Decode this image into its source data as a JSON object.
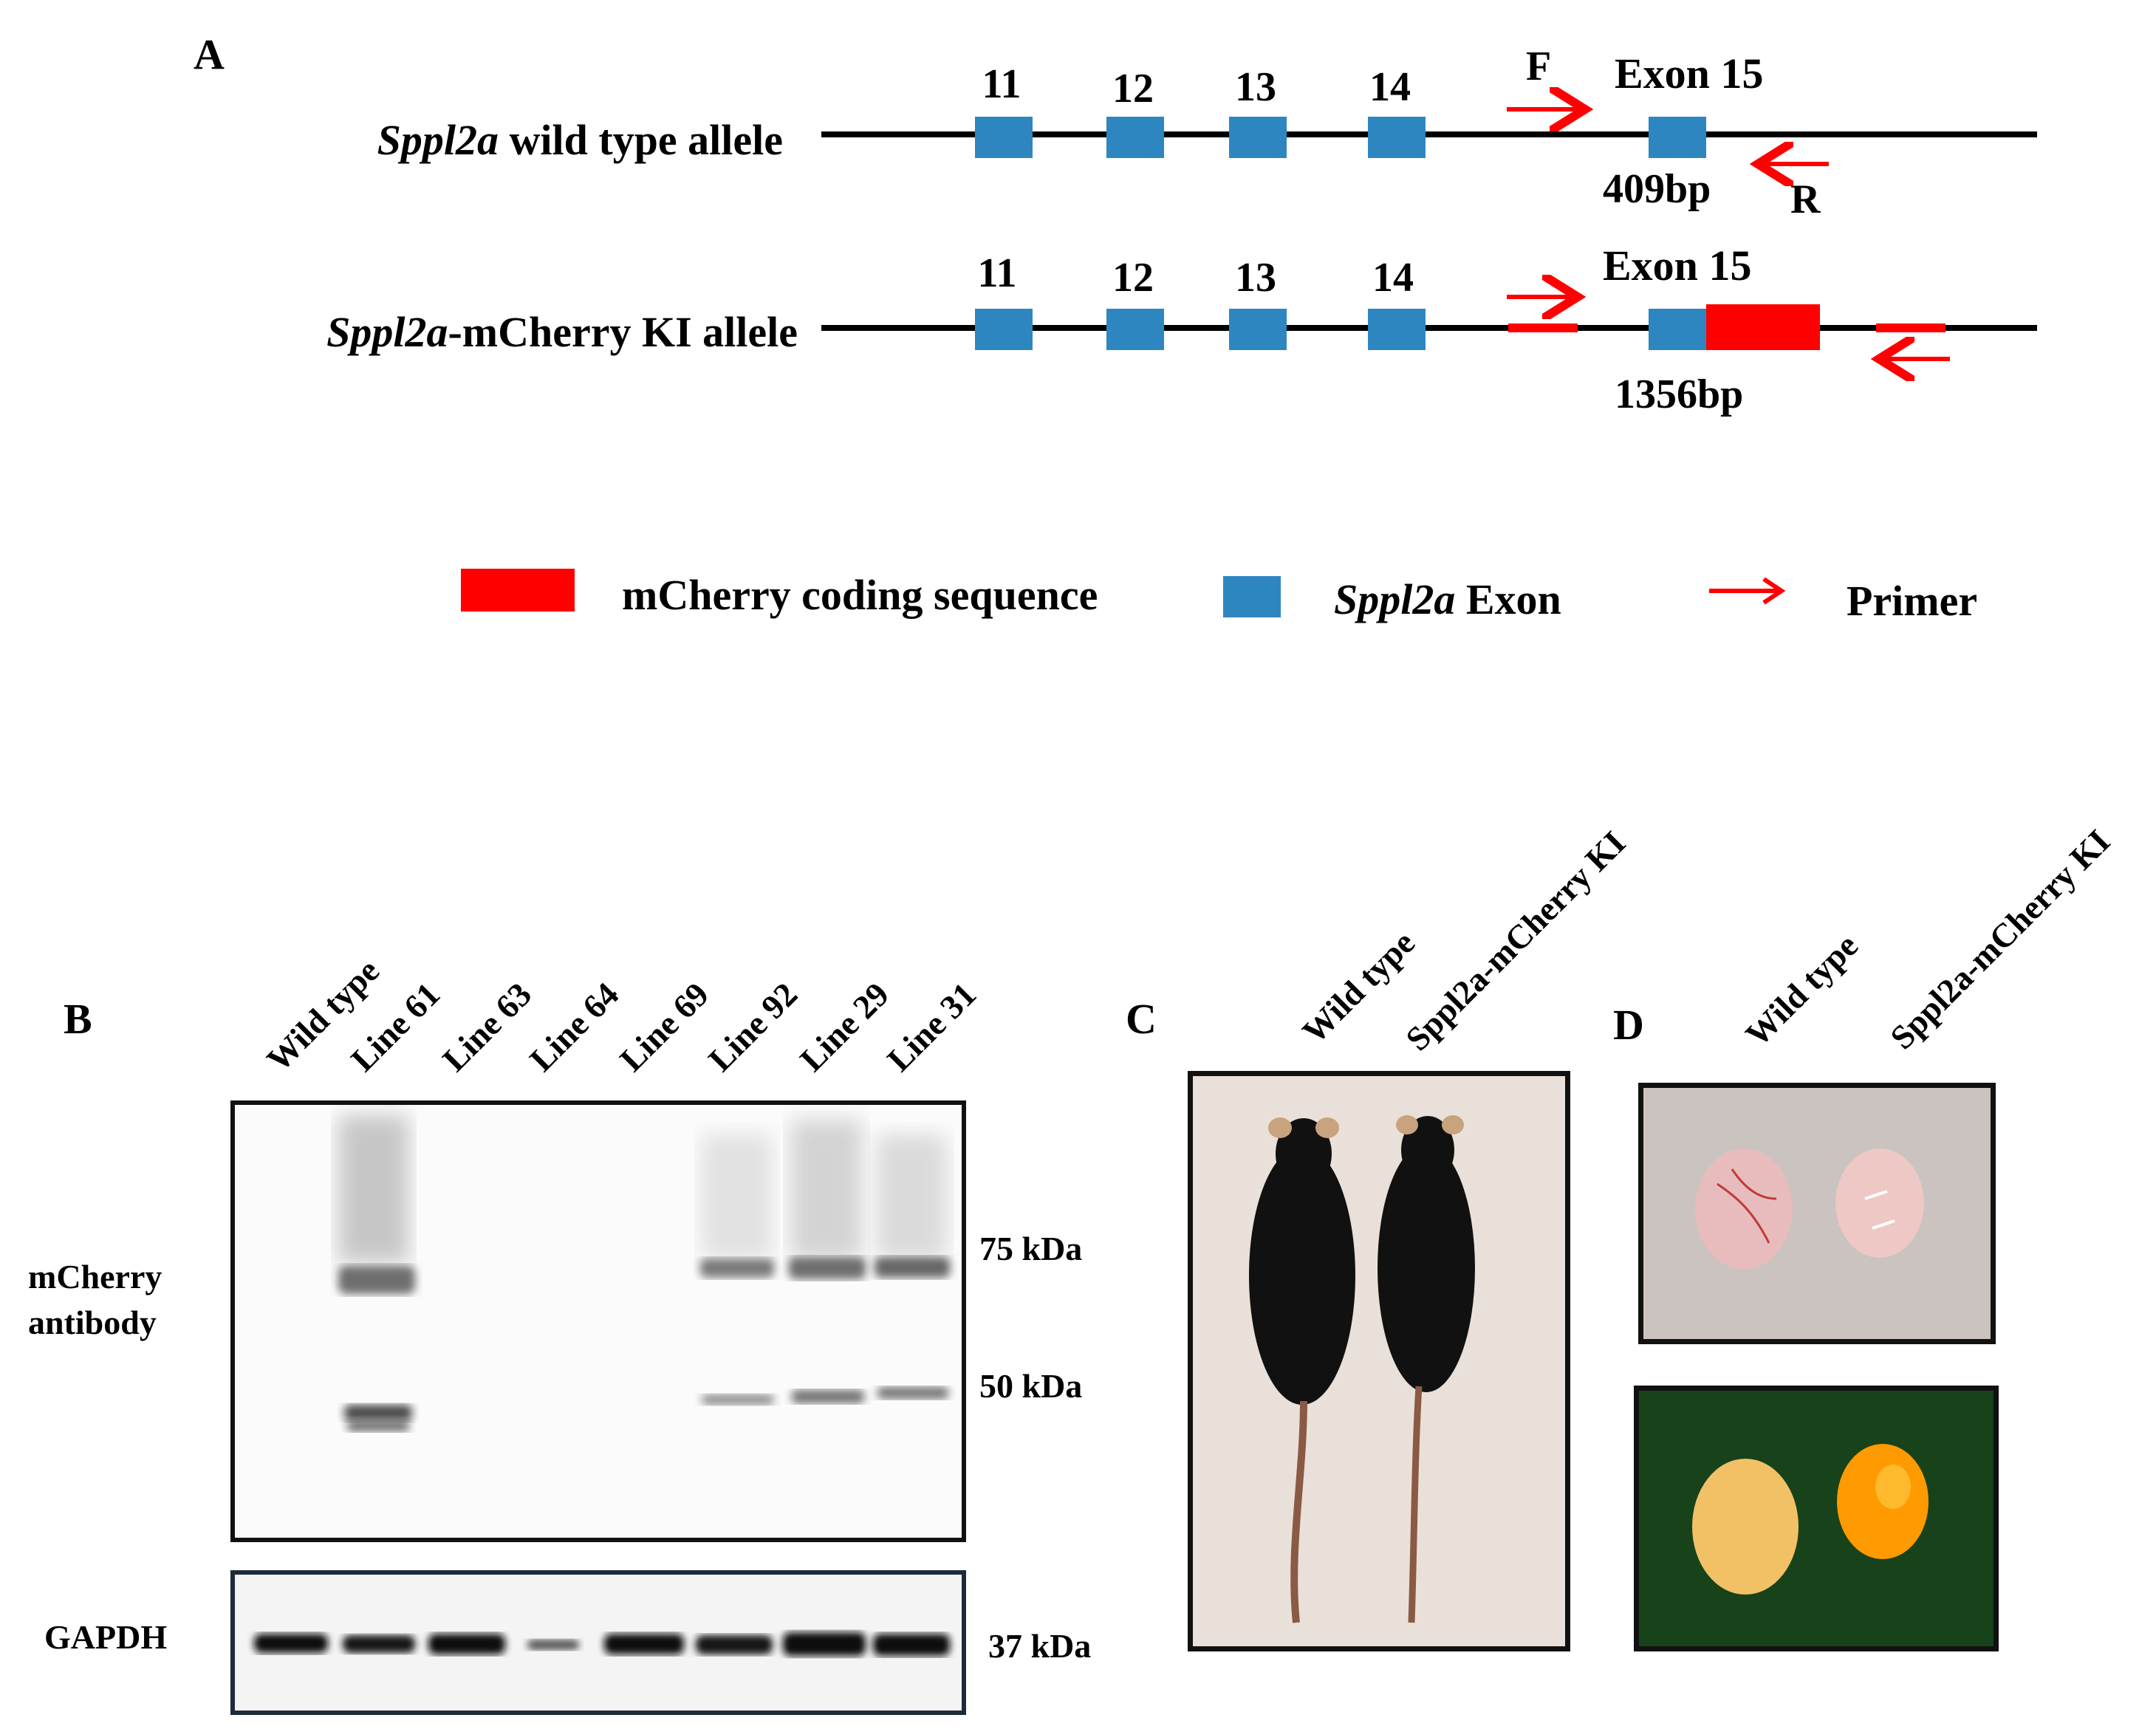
{
  "panelA": {
    "letter": "A",
    "wild_type_allele": {
      "gene": "Sppl2a",
      "rest": " wild type allele"
    },
    "ki_allele": {
      "gene": "Sppl2a",
      "rest": "-mCherry KI allele"
    },
    "exon_numbers": [
      "11",
      "12",
      "13",
      "14"
    ],
    "exon15_label": "Exon 15",
    "forward_primer": "F",
    "reverse_primer": "R",
    "wt_product": "409bp",
    "ki_product": "1356bp",
    "colors": {
      "exon": "#2e86c1",
      "mcherry": "#ff0000",
      "primer": "#ff0000",
      "line": "#000000"
    }
  },
  "legend": {
    "mcherry": "mCherry coding sequence",
    "exon_gene": "Sppl2a",
    "exon_rest": " Exon",
    "primer": "Primer"
  },
  "panelB": {
    "letter": "B",
    "lanes": [
      "Wild type",
      "Line 61",
      "Line 63",
      "Line 64",
      "Line 69",
      "Line 92",
      "Line 29",
      "Line 31"
    ],
    "blot_label_line1": "mCherry",
    "blot_label_line2": "antibody",
    "markers": [
      "75 kDa",
      "50 kDa"
    ],
    "gapdh_label": "GAPDH",
    "gapdh_marker": "37 kDa"
  },
  "panelC": {
    "letter": "C",
    "labels": [
      "Wild type",
      "Sppl2a-mCherry KI"
    ]
  },
  "panelD": {
    "letter": "D",
    "labels": [
      "Wild type",
      "Sppl2a-mCherry KI"
    ]
  }
}
